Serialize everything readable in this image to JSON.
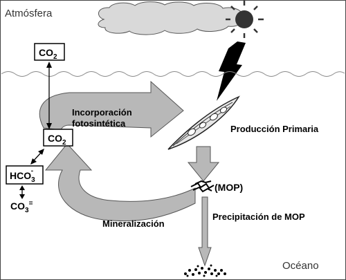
{
  "regions": {
    "atmosphere": "Atmósfera",
    "ocean": "Océano"
  },
  "species": {
    "co2_atm": "CO",
    "co2_atm_sub": "2",
    "co2_ocean": "CO",
    "co2_ocean_sub": "2",
    "hco3": "HCO",
    "hco3_sub": "3",
    "hco3_sup": "-",
    "co3": "CO",
    "co3_sub": "3",
    "co3_sup": "="
  },
  "processes": {
    "incorporation_line1": "Incorporación",
    "incorporation_line2": "fotosintética",
    "primary_production": "Producción Primaria",
    "mop": "(MOP)",
    "mop_precipitation": "Precipitación de MOP",
    "mineralization": "Mineralización"
  },
  "colors": {
    "arrow_fill": "#b8b8b8",
    "arrow_stroke": "#555555",
    "cloud": "#d9d9d9",
    "sun": "#333333",
    "water_line": "#888888",
    "box_border": "#000000"
  }
}
